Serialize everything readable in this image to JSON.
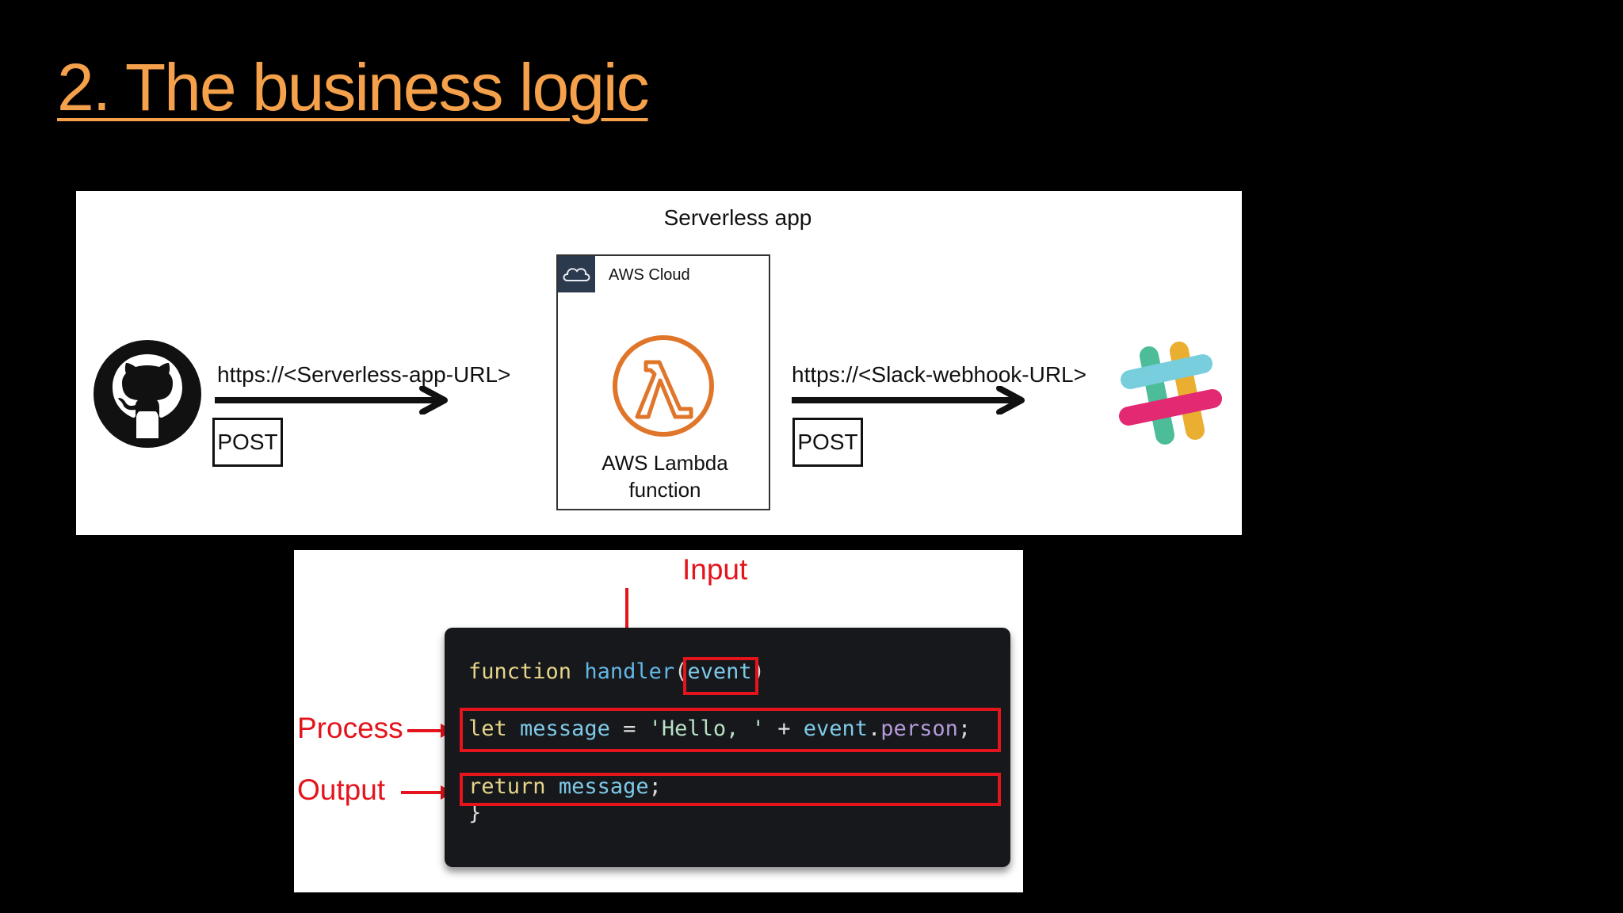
{
  "slide": {
    "title": "2. The business logic"
  },
  "architecture": {
    "header": "Serverless app",
    "left_url": "https://<Serverless-app-URL>",
    "right_url": "https://<Slack-webhook-URL>",
    "left_method": "POST",
    "right_method": "POST",
    "cloud_label": "AWS Cloud",
    "lambda_line1": "AWS Lambda",
    "lambda_line2": "function",
    "icons": [
      "github-icon",
      "cloud-icon",
      "lambda-icon",
      "slack-icon"
    ]
  },
  "code_example": {
    "labels": {
      "input": "Input",
      "process": "Process",
      "output": "Output"
    },
    "line1": {
      "kw": "function",
      "fn": "handler",
      "open": "(",
      "arg": "event",
      "close": ")"
    },
    "line2": {
      "kw": "let",
      "var": "message",
      "eq": "=",
      "str": "'Hello, '",
      "plus": "+",
      "obj": "event",
      "dot": ".",
      "prop": "person",
      "semi": ";"
    },
    "line3": {
      "kw": "return",
      "var": "message",
      "semi": ";"
    },
    "line4": {
      "brace": "}"
    },
    "highlight_color": "#e3141c"
  }
}
